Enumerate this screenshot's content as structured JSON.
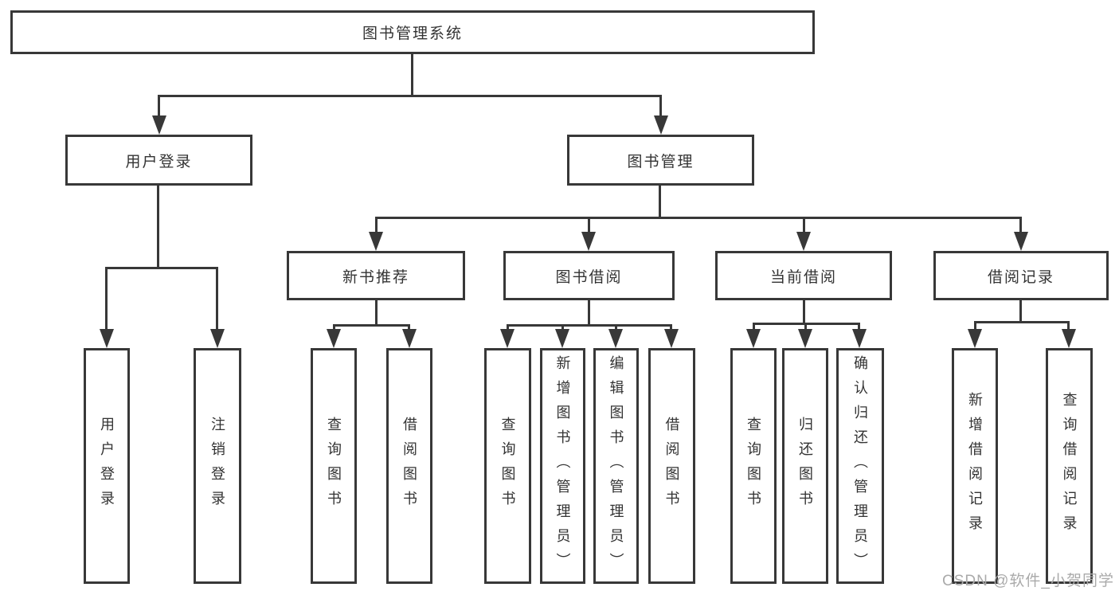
{
  "colors": {
    "line": "#383838",
    "box_border": "#383838",
    "text": "#333333",
    "watermark": "#aaaaaa",
    "background": "#ffffff"
  },
  "watermark": {
    "text": "CSDN @软件_小贺同学"
  },
  "tree": {
    "root": "图书管理系统",
    "branches": [
      {
        "label": "用户登录",
        "children": [
          {
            "label": "用户登录"
          },
          {
            "label": "注销登录"
          }
        ]
      },
      {
        "label": "图书管理",
        "children": [
          {
            "label": "新书推荐",
            "children": [
              {
                "label": "查询图书"
              },
              {
                "label": "借阅图书"
              }
            ]
          },
          {
            "label": "图书借阅",
            "children": [
              {
                "label": "查询图书"
              },
              {
                "label": "新增图书（管理员）"
              },
              {
                "label": "编辑图书（管理员）"
              },
              {
                "label": "借阅图书"
              }
            ]
          },
          {
            "label": "当前借阅",
            "children": [
              {
                "label": "查询图书"
              },
              {
                "label": "归还图书"
              },
              {
                "label": "确认归还（管理员）"
              }
            ]
          },
          {
            "label": "借阅记录",
            "children": [
              {
                "label": "新增借阅记录"
              },
              {
                "label": "查询借阅记录"
              }
            ]
          }
        ]
      }
    ]
  }
}
